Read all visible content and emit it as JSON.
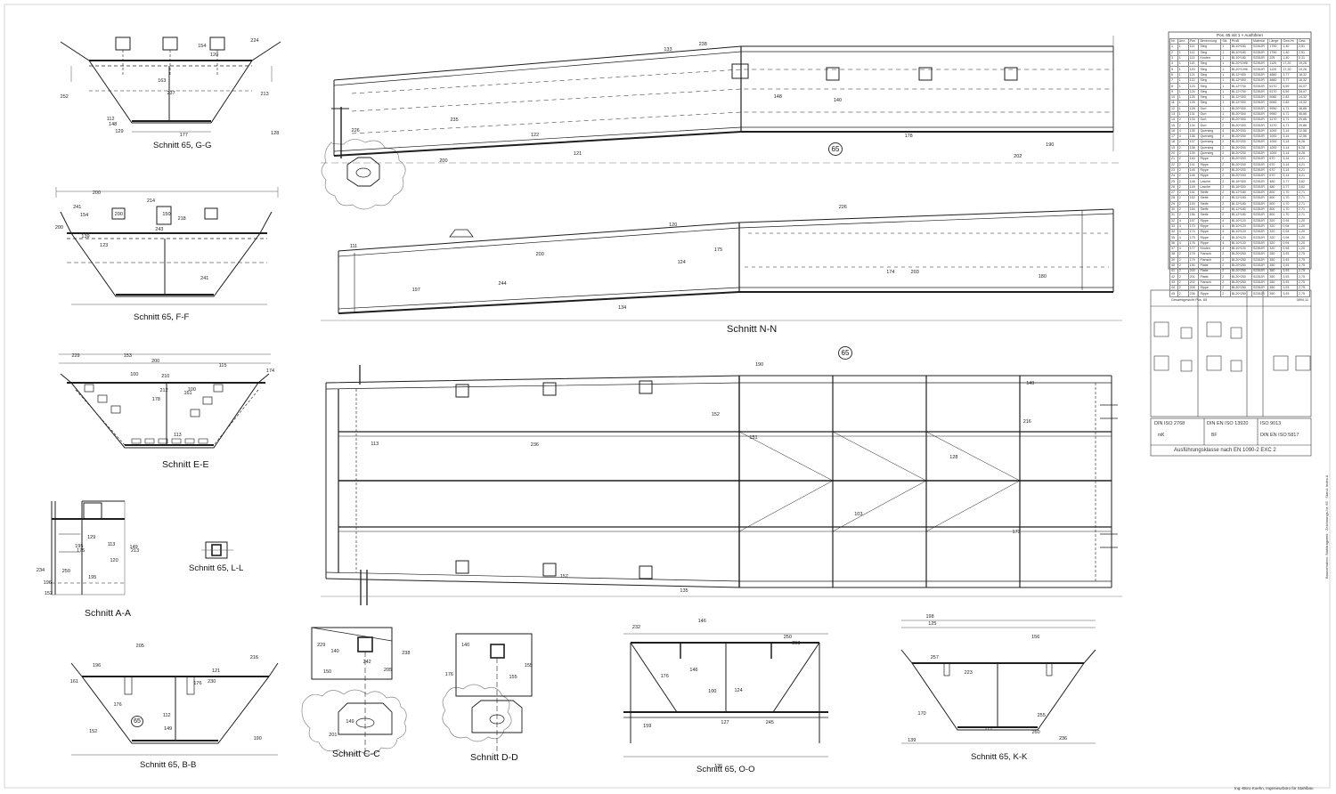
{
  "views": {
    "gg": "Schnitt 65, G-G",
    "ff": "Schnitt 65, F-F",
    "ee": "Schnitt E-E",
    "aa": "Schnitt A-A",
    "ll": "Schnitt 65, L-L",
    "bb": "Schnitt 65, B-B",
    "cc": "Schnitt C-C",
    "dd": "Schnitt D-D",
    "oo": "Schnitt 65, O-O",
    "kk": "Schnitt 65, K-K",
    "nn": "Schnitt N-N"
  },
  "position_mark": "65",
  "parts_list": {
    "header": "Pos. 65 mit 1 × Ausführen",
    "columns": [
      "Nr.",
      "Anz.",
      "Pos.",
      "Benennung",
      "Stk.",
      "Profil",
      "Material",
      "Länge",
      "Gew./m",
      "Gew."
    ],
    "rows": [
      [
        "1",
        "1",
        "111",
        "Steg",
        "1",
        "BL10*180",
        "S235JR",
        "1790",
        "1,40",
        "2,51"
      ],
      [
        "2",
        "1",
        "112",
        "Steg",
        "1",
        "BL10*180",
        "S235JR",
        "1790",
        "1,40",
        "2,51"
      ],
      [
        "3",
        "1",
        "113",
        "Knoten",
        "1",
        "BL10*180",
        "S235JR",
        "225",
        "1,40",
        "0,31"
      ],
      [
        "4",
        "1",
        "115",
        "Steg",
        "1",
        "BL20*1096",
        "S235JR",
        "1120",
        "17,20",
        "19,26"
      ],
      [
        "5",
        "1",
        "120",
        "Steg",
        "1",
        "BL20*1096",
        "S235JR",
        "1120",
        "17,20",
        "19,26"
      ],
      [
        "6",
        "1",
        "121",
        "Steg",
        "1",
        "BL12*400",
        "S235JR",
        "4860",
        "3,77",
        "18,32"
      ],
      [
        "7",
        "1",
        "122",
        "Steg",
        "1",
        "BL12*400",
        "S235JR",
        "4860",
        "3,77",
        "18,32"
      ],
      [
        "8",
        "1",
        "123",
        "Steg",
        "1",
        "BL12*700",
        "S235JR",
        "5170",
        "6,59",
        "34,07"
      ],
      [
        "9",
        "1",
        "124",
        "Steg",
        "1",
        "BL12*700",
        "S235JR",
        "5170",
        "6,59",
        "34,07"
      ],
      [
        "10",
        "1",
        "125",
        "Steg",
        "1",
        "BL12*300",
        "S235JR",
        "5060",
        "2,83",
        "14,32"
      ],
      [
        "11",
        "1",
        "126",
        "Steg",
        "1",
        "BL12*300",
        "S235JR",
        "5060",
        "2,83",
        "14,32"
      ],
      [
        "12",
        "1",
        "128",
        "Gurt",
        "1",
        "BL20*300",
        "S235JR",
        "9950",
        "4,71",
        "46,86"
      ],
      [
        "13",
        "1",
        "131",
        "Gurt",
        "1",
        "BL20*300",
        "S235JR",
        "9950",
        "4,71",
        "46,86"
      ],
      [
        "14",
        "2",
        "133",
        "Gurt",
        "2",
        "BL20*300",
        "S235JR",
        "3170",
        "4,71",
        "29,86"
      ],
      [
        "15",
        "2",
        "134",
        "Gurt",
        "2",
        "BL20*300",
        "S235JR",
        "3170",
        "4,71",
        "29,86"
      ],
      [
        "16",
        "4",
        "135",
        "Quersteg",
        "4",
        "BL20*200",
        "S235JR",
        "1000",
        "3,14",
        "12,56"
      ],
      [
        "17",
        "4",
        "136",
        "Quersteg",
        "4",
        "BL20*200",
        "S235JR",
        "1000",
        "3,14",
        "12,56"
      ],
      [
        "18",
        "2",
        "137",
        "Quersteg",
        "2",
        "BL20*200",
        "S235JR",
        "1000",
        "3,14",
        "6,28"
      ],
      [
        "19",
        "2",
        "138",
        "Quersteg",
        "2",
        "BL20*200",
        "S235JR",
        "1000",
        "3,14",
        "6,28"
      ],
      [
        "20",
        "2",
        "139",
        "Quersteg",
        "2",
        "BL20*200",
        "S235JR",
        "1000",
        "3,14",
        "6,28"
      ],
      [
        "21",
        "2",
        "140",
        "Rippe",
        "2",
        "BL20*200",
        "S235JR",
        "670",
        "3,14",
        "4,21"
      ],
      [
        "22",
        "2",
        "141",
        "Rippe",
        "2",
        "BL20*200",
        "S235JR",
        "670",
        "3,14",
        "4,21"
      ],
      [
        "23",
        "2",
        "145",
        "Rippe",
        "2",
        "BL20*200",
        "S235JR",
        "670",
        "3,14",
        "4,21"
      ],
      [
        "24",
        "2",
        "146",
        "Rippe",
        "2",
        "BL20*200",
        "S235JR",
        "670",
        "3,14",
        "4,21"
      ],
      [
        "25",
        "2",
        "148",
        "Lasche",
        "2",
        "BL16*300",
        "S235JR",
        "480",
        "3,77",
        "3,62"
      ],
      [
        "26",
        "2",
        "149",
        "Lasche",
        "2",
        "BL16*300",
        "S235JR",
        "480",
        "3,77",
        "3,62"
      ],
      [
        "27",
        "2",
        "151",
        "Steife",
        "2",
        "BL12*180",
        "S235JR",
        "800",
        "1,70",
        "2,71"
      ],
      [
        "28",
        "2",
        "152",
        "Steife",
        "2",
        "BL12*180",
        "S235JR",
        "800",
        "1,70",
        "2,71"
      ],
      [
        "29",
        "2",
        "153",
        "Steife",
        "2",
        "BL12*180",
        "S235JR",
        "800",
        "1,70",
        "2,71"
      ],
      [
        "30",
        "2",
        "154",
        "Steife",
        "2",
        "BL12*180",
        "S235JR",
        "800",
        "1,70",
        "2,71"
      ],
      [
        "31",
        "2",
        "156",
        "Steife",
        "2",
        "BL12*180",
        "S235JR",
        "800",
        "1,70",
        "2,71"
      ],
      [
        "32",
        "4",
        "157",
        "Rippe",
        "4",
        "BL10*120",
        "S235JR",
        "320",
        "0,94",
        "1,20"
      ],
      [
        "33",
        "4",
        "170",
        "Rippe",
        "4",
        "BL10*120",
        "S235JR",
        "320",
        "0,94",
        "1,20"
      ],
      [
        "34",
        "4",
        "174",
        "Rippe",
        "4",
        "BL10*120",
        "S235JR",
        "320",
        "0,94",
        "1,20"
      ],
      [
        "35",
        "4",
        "175",
        "Rippe",
        "4",
        "BL10*120",
        "S235JR",
        "320",
        "0,94",
        "1,20"
      ],
      [
        "36",
        "4",
        "176",
        "Rippe",
        "4",
        "BL10*120",
        "S235JR",
        "320",
        "0,94",
        "1,20"
      ],
      [
        "37",
        "4",
        "177",
        "Knoten",
        "4",
        "BL10*120",
        "S235JR",
        "320",
        "0,94",
        "1,20"
      ],
      [
        "38",
        "2",
        "178",
        "Flansch",
        "2",
        "BL20*250",
        "S235JR",
        "350",
        "3,93",
        "2,75"
      ],
      [
        "39",
        "2",
        "179",
        "Flansch",
        "2",
        "BL20*250",
        "S235JR",
        "350",
        "3,93",
        "2,75"
      ],
      [
        "40",
        "2",
        "190",
        "Platte",
        "2",
        "BL20*250",
        "S235JR",
        "350",
        "3,93",
        "2,75"
      ],
      [
        "41",
        "2",
        "200",
        "Platte",
        "2",
        "BL20*250",
        "S235JR",
        "350",
        "3,93",
        "2,75"
      ],
      [
        "42",
        "2",
        "201",
        "Platte",
        "2",
        "BL20*250",
        "S235JR",
        "350",
        "3,93",
        "2,75"
      ],
      [
        "43",
        "2",
        "202",
        "Flansch",
        "2",
        "BL20*250",
        "S235JR",
        "350",
        "3,93",
        "2,75"
      ],
      [
        "44",
        "2",
        "205",
        "Rippe",
        "2",
        "BL20*250",
        "S235JR",
        "350",
        "3,93",
        "2,75"
      ],
      [
        "45",
        "2",
        "236",
        "Rippe",
        "2",
        "BL20*250",
        "S235JR",
        "350",
        "3,93",
        "2,75"
      ]
    ],
    "footer": "Gesamtgewicht Pos. 65",
    "total": "3894,11"
  },
  "standards_box": {
    "left": [
      "DIN ISO 2768",
      "mK"
    ],
    "middle": [
      "DIN EN ISO 13920",
      "BF"
    ],
    "right": [
      "ISO 9013",
      "DIN EN ISO 5817"
    ],
    "execution_class": "Ausführungsklasse nach EN 1090-2 EXC 2"
  },
  "footer_note": "Ing.-Büro Koehn, Ingenieurbüro für Stahlbau",
  "side_note": "Bauvorhaben: Stahltragwerk · Zeichnungs-Nr. 65 · Stand: Index A",
  "colors": {
    "line": "#1e1e1e",
    "dim": "#555555",
    "hatch": "#999999",
    "paper": "#ffffff"
  },
  "labels": [
    "237",
    "154",
    "178",
    "196",
    "176",
    "122",
    "226",
    "152",
    "140",
    "124",
    "125",
    "128",
    "139",
    "174",
    "175",
    "121",
    "200",
    "120",
    "151",
    "149",
    "146",
    "139",
    "148",
    "150",
    "100",
    "120",
    "196",
    "133",
    "111",
    "103",
    "155",
    "100",
    "171",
    "163",
    "200",
    "115",
    "250",
    "190",
    "190",
    "203",
    "190",
    "205",
    "176",
    "255",
    "129",
    "200",
    "161",
    "152",
    "149",
    "148",
    "197",
    "216",
    "229",
    "245",
    "260",
    "112",
    "200",
    "229",
    "195",
    "216",
    "238",
    "200",
    "113",
    "242",
    "250",
    "198",
    "154",
    "214",
    "212",
    "234",
    "112",
    "121",
    "174",
    "236",
    "201",
    "232",
    "257",
    "252",
    "243",
    "113",
    "129",
    "152",
    "140",
    "180",
    "135",
    "155",
    "127",
    "236",
    "177",
    "241",
    "200",
    "213",
    "230",
    "178",
    "175",
    "173",
    "150",
    "136",
    "156",
    "120",
    "123",
    "153",
    "149",
    "161",
    "235",
    "244",
    "157",
    "176",
    "253",
    "223",
    "213",
    "241",
    "210",
    "195",
    "205",
    "226",
    "124",
    "149",
    "238",
    "146",
    "170",
    "224",
    "218",
    "100",
    "113",
    "176",
    "202",
    "134",
    "128",
    "140",
    "159"
  ]
}
